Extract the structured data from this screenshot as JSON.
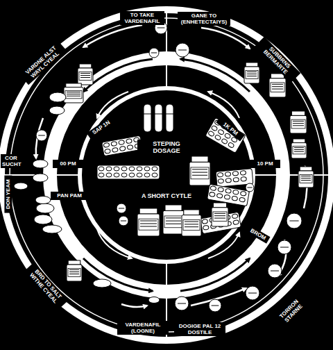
{
  "diagram": {
    "labels": [
      "TO TAKE VARDENAFIL",
      "GANE TO (ENHETECTAIYS)",
      "VARDNE ALST WAYL CYEAL",
      "SUBBRNS BERMARTE",
      "SAP 1N",
      "1K PM",
      "STEPING DOSAGE",
      "00 PM",
      "10 PM",
      "COR SUCHT",
      "DON YEAM",
      "PAN PAM",
      "A SHORT CYTLE",
      "BROM",
      "BRD TO SALT WITHE CYEAL",
      "TORRON STARNE",
      "VARDENAFIL (LOGNE)",
      "DOGIGE PAL 12 DOSTILE"
    ]
  }
}
